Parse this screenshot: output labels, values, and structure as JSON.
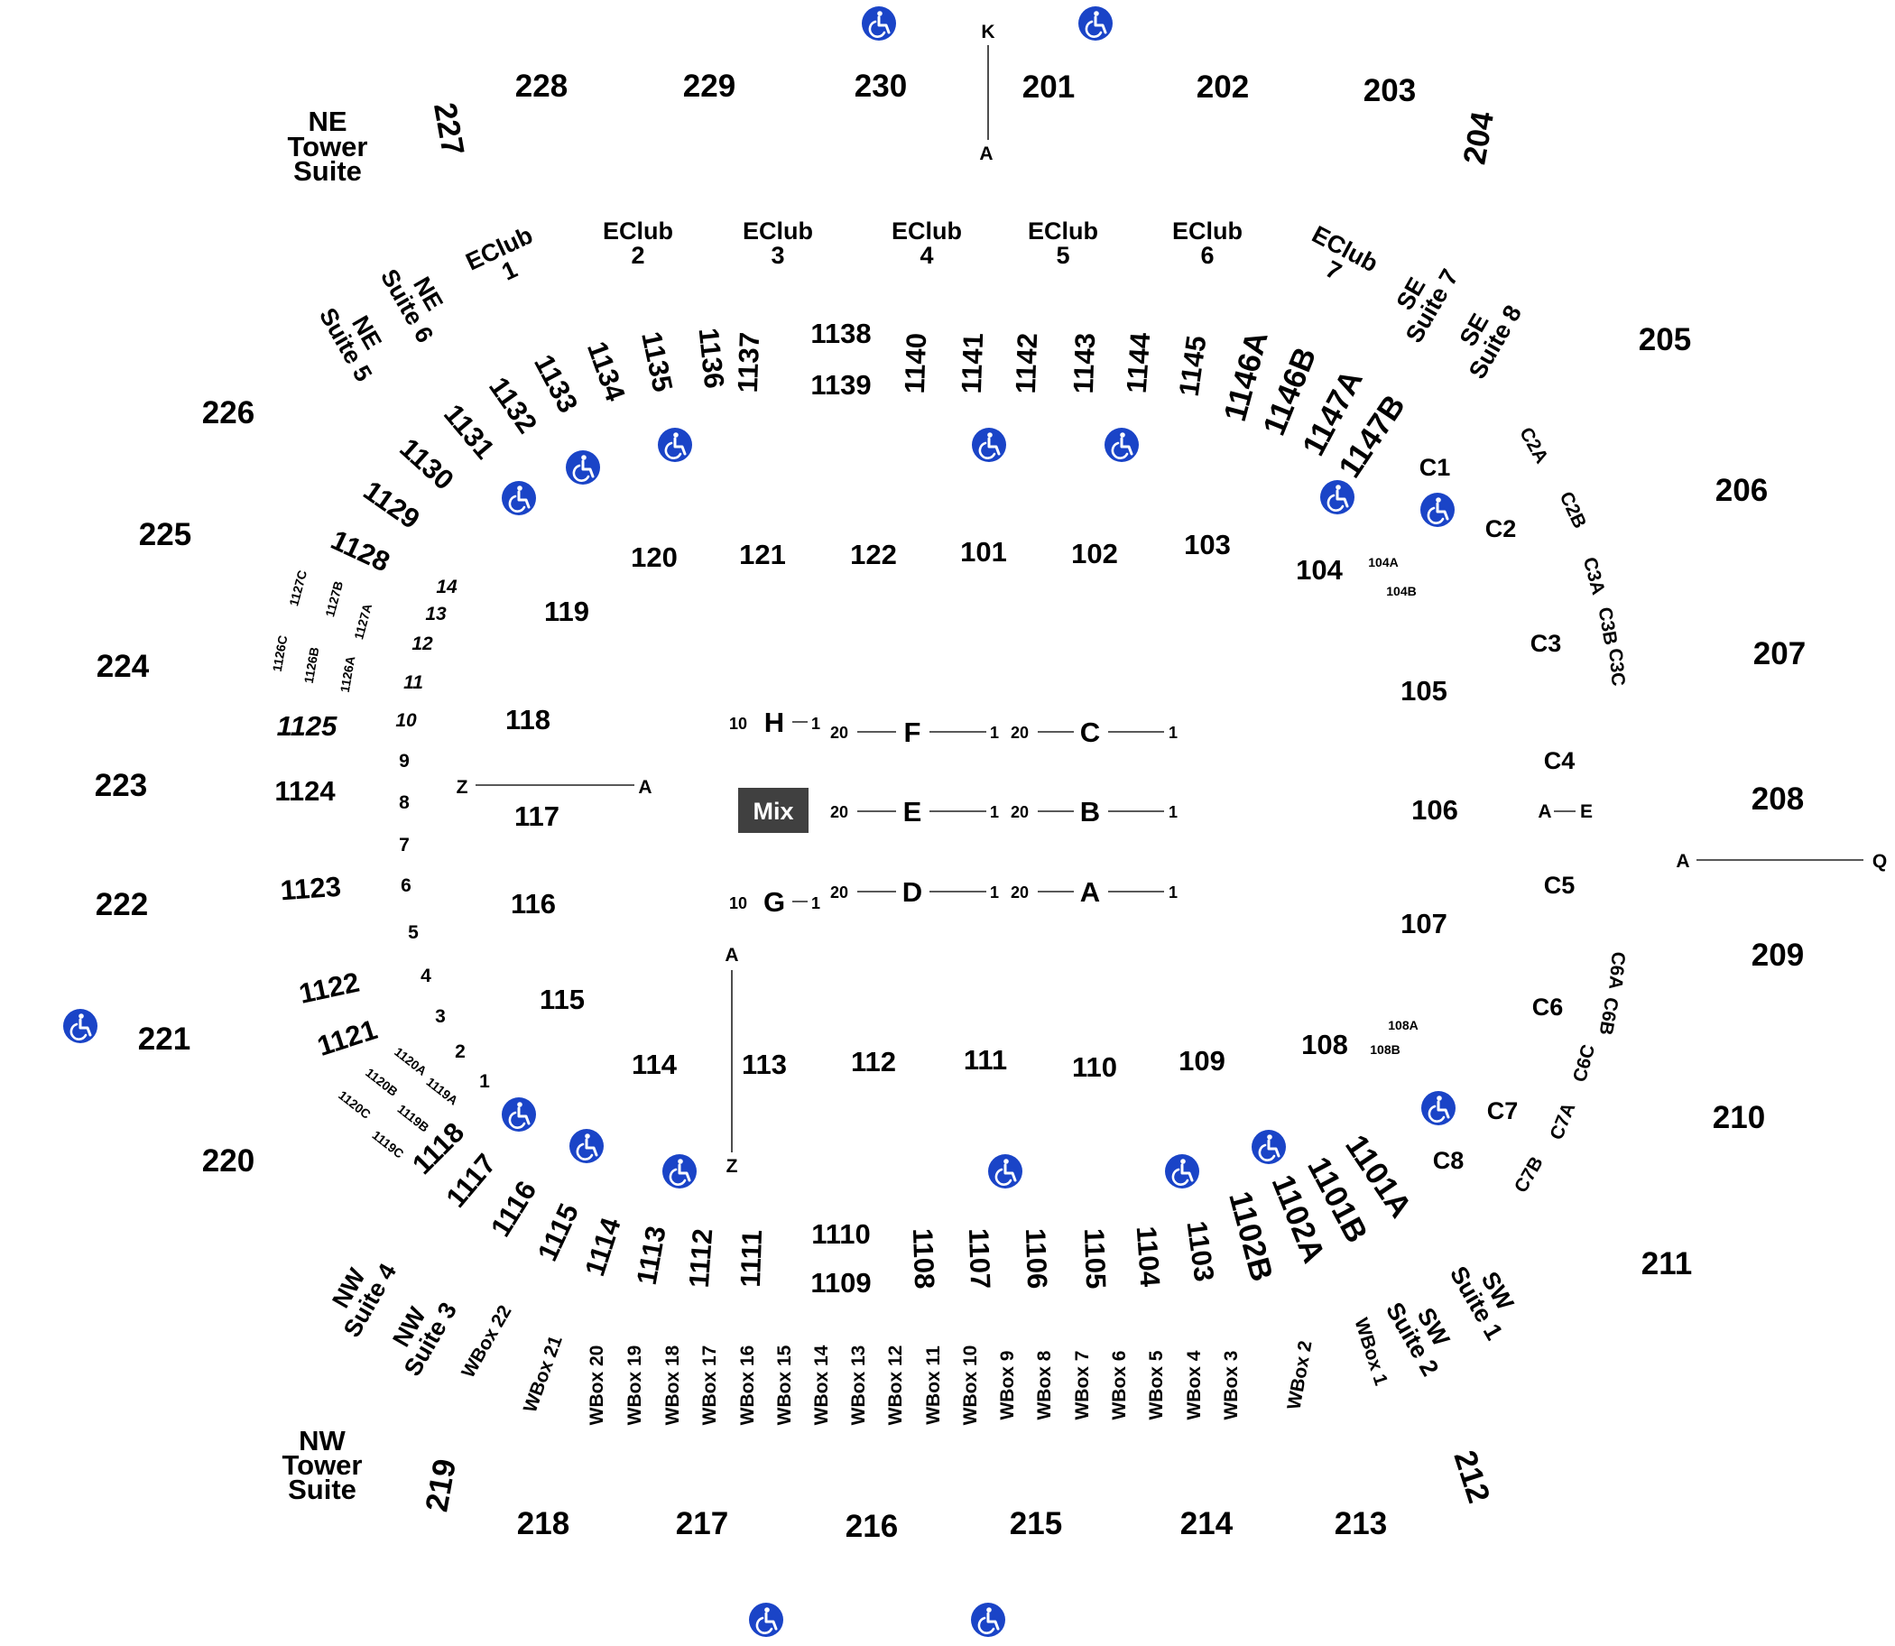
{
  "upper_sections": {
    "s201": "201",
    "s202": "202",
    "s203": "203",
    "s204": "204",
    "s205": "205",
    "s206": "206",
    "s207": "207",
    "s208": "208",
    "s209": "209",
    "s210": "210",
    "s211": "211",
    "s212": "212",
    "s213": "213",
    "s214": "214",
    "s215": "215",
    "s216": "216",
    "s217": "217",
    "s218": "218",
    "s219": "219",
    "s220": "220",
    "s221": "221",
    "s222": "222",
    "s223": "223",
    "s224": "224",
    "s225": "225",
    "s226": "226",
    "s227": "227",
    "s228": "228",
    "s229": "229",
    "s230": "230"
  },
  "floor_sections": {
    "s101": "101",
    "s102": "102",
    "s103": "103",
    "s104": "104",
    "s104a": "104A",
    "s104b": "104B",
    "s105": "105",
    "s106": "106",
    "s107": "107",
    "s108": "108",
    "s108a": "108A",
    "s108b": "108B",
    "s109": "109",
    "s110": "110",
    "s111": "111",
    "s112": "112",
    "s113": "113",
    "s114": "114",
    "s115": "115",
    "s116": "116",
    "s117": "117",
    "s118": "118",
    "s119": "119",
    "s120": "120",
    "s121": "121",
    "s122": "122"
  },
  "suites": {
    "s1101a": "1101A",
    "s1101b": "1101B",
    "s1102a": "1102A",
    "s1102b": "1102B",
    "s1103": "1103",
    "s1104": "1104",
    "s1105": "1105",
    "s1106": "1106",
    "s1107": "1107",
    "s1108": "1108",
    "s1109": "1109",
    "s1110": "1110",
    "s1111": "1111",
    "s1112": "1112",
    "s1113": "1113",
    "s1114": "1114",
    "s1115": "1115",
    "s1116": "1116",
    "s1117": "1117",
    "s1118": "1118",
    "s1119a": "1119A",
    "s1119b": "1119B",
    "s1119c": "1119C",
    "s1120a": "1120A",
    "s1120b": "1120B",
    "s1120c": "1120C",
    "s1121": "1121",
    "s1122": "1122",
    "s1123": "1123",
    "s1124": "1124",
    "s1125": "1125",
    "s1126a": "1126A",
    "s1126b": "1126B",
    "s1126c": "1126C",
    "s1127a": "1127A",
    "s1127b": "1127B",
    "s1127c": "1127C",
    "s1128": "1128",
    "s1129": "1129",
    "s1130": "1130",
    "s1131": "1131",
    "s1132": "1132",
    "s1133": "1133",
    "s1134": "1134",
    "s1135": "1135",
    "s1136": "1136",
    "s1137": "1137",
    "s1138": "1138",
    "s1139": "1139",
    "s1140": "1140",
    "s1141": "1141",
    "s1142": "1142",
    "s1143": "1143",
    "s1144": "1144",
    "s1145": "1145",
    "s1146a": "1146A",
    "s1146b": "1146B",
    "s1147a": "1147A",
    "s1147b": "1147B"
  },
  "named_suites": {
    "ne_tower": [
      "NE",
      "Tower",
      "Suite"
    ],
    "nw_tower": [
      "NW",
      "Tower",
      "Suite"
    ],
    "ne_suite_6": [
      "NE",
      "Suite 6"
    ],
    "ne_suite_5": [
      "NE",
      "Suite 5"
    ],
    "se_suite_7": [
      "SE",
      "Suite 7"
    ],
    "se_suite_8": [
      "SE",
      "Suite 8"
    ],
    "nw_suite_4": [
      "NW",
      "Suite 4"
    ],
    "nw_suite_3": [
      "NW",
      "Suite 3"
    ],
    "sw_suite_2": [
      "SW",
      "Suite 2"
    ],
    "sw_suite_1": [
      "SW",
      "Suite 1"
    ]
  },
  "eclubs": [
    [
      "EClub",
      "1"
    ],
    [
      "EClub",
      "2"
    ],
    [
      "EClub",
      "3"
    ],
    [
      "EClub",
      "4"
    ],
    [
      "EClub",
      "5"
    ],
    [
      "EClub",
      "6"
    ],
    [
      "EClub",
      "7"
    ]
  ],
  "wboxes": {
    "w1": "WBox 1",
    "w2": "WBox 2",
    "w3": "WBox 3",
    "w4": "WBox 4",
    "w5": "WBox 5",
    "w6": "WBox 6",
    "w7": "WBox 7",
    "w8": "WBox 8",
    "w9": "WBox 9",
    "w10": "WBox 10",
    "w11": "WBox 11",
    "w12": "WBox 12",
    "w13": "WBox 13",
    "w14": "WBox 14",
    "w15": "WBox 15",
    "w16": "WBox 16",
    "w17": "WBox 17",
    "w18": "WBox 18",
    "w19": "WBox 19",
    "w20": "WBox 20",
    "w21": "WBox 21",
    "w22": "WBox 22"
  },
  "c_boxes": {
    "c1": "C1",
    "c2": "C2",
    "c2a": "C2A",
    "c2b": "C2B",
    "c3": "C3",
    "c3a": "C3A",
    "c3b": "C3B",
    "c3c": "C3C",
    "c4": "C4",
    "c5": "C5",
    "c6": "C6",
    "c6a": "C6A",
    "c6b": "C6B",
    "c6c": "C6C",
    "c7": "C7",
    "c7a": "C7A",
    "c7b": "C7B",
    "c8": "C8"
  },
  "west_rows": [
    "14",
    "13",
    "12",
    "11",
    "10",
    "9",
    "8",
    "7",
    "6",
    "5",
    "4",
    "3",
    "2",
    "1"
  ],
  "floor_rows": {
    "F": "F",
    "C": "C",
    "E": "E",
    "B": "B",
    "D": "D",
    "A": "A",
    "H": "H",
    "G": "G",
    "n20": "20",
    "n10": "10",
    "n1": "1"
  },
  "row_markers": {
    "k": "K",
    "a": "A",
    "z": "Z",
    "e": "E",
    "q": "Q"
  },
  "mix_label": "Mix"
}
